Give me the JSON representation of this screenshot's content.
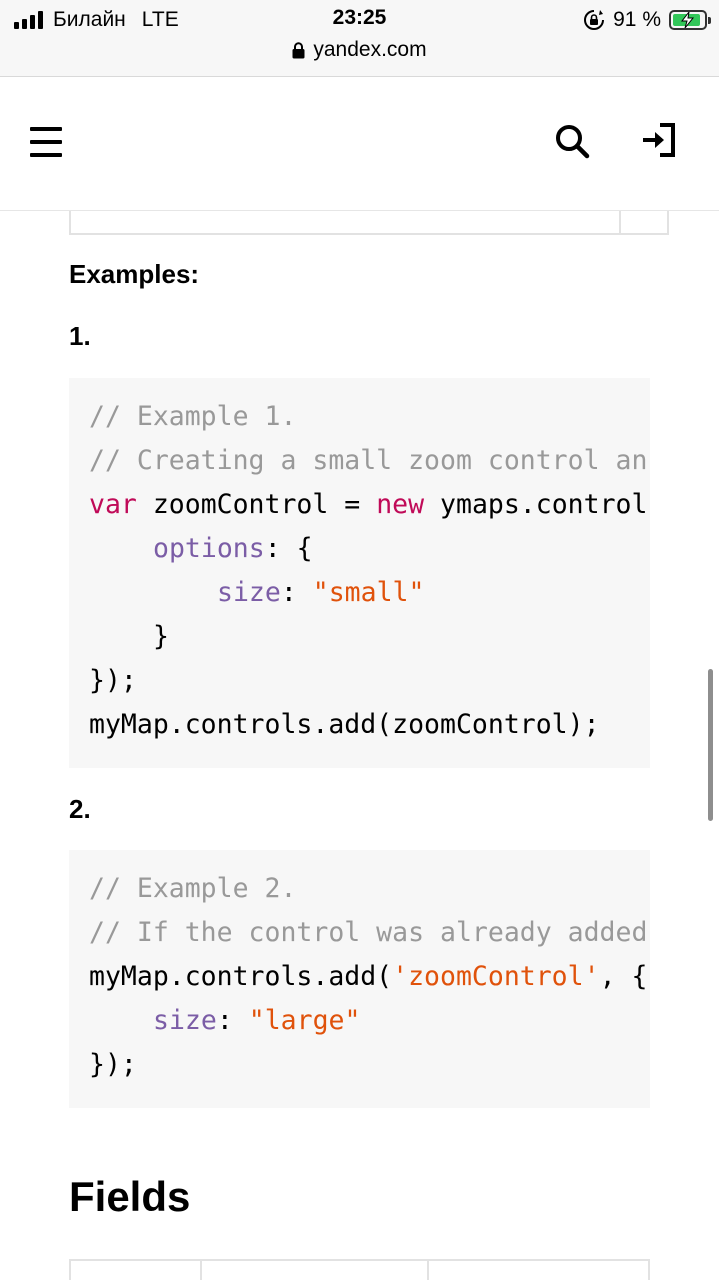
{
  "status_bar": {
    "carrier": "Билайн",
    "network": "LTE",
    "time": "23:25",
    "battery_percent": "91 %",
    "battery_level": 0.91,
    "url": "yandex.com"
  },
  "header": {
    "menu_icon": "hamburger-icon",
    "search_icon": "search-icon",
    "login_icon": "login-icon"
  },
  "content": {
    "examples_label": "Examples:",
    "example1": {
      "number": "1.",
      "lines": {
        "l1": "// Example 1.",
        "l2": "// Creating a small zoom control an",
        "l3_kw1": "var",
        "l3_mid": " zoomControl = ",
        "l3_kw2": "new",
        "l3_end": " ymaps.control",
        "l4_prop": "options",
        "l4_end": ": {",
        "l5_prop": "size",
        "l5_mid": ": ",
        "l5_str": "\"small\"",
        "l6": "}",
        "l7": "});",
        "l8": "myMap.controls.add(zoomControl);"
      }
    },
    "example2": {
      "number": "2.",
      "lines": {
        "l1": "// Example 2.",
        "l2": "// If the control was already added",
        "l3_start": "myMap.controls.add(",
        "l3_str": "'zoomControl'",
        "l3_end": ", {",
        "l4_prop": "size",
        "l4_mid": ": ",
        "l4_str": "\"large\"",
        "l5": "});"
      }
    },
    "fields_heading": "Fields"
  },
  "colors": {
    "comment": "#999999",
    "keyword": "#c00a58",
    "property": "#7b5da6",
    "string": "#e0520b",
    "code_bg": "#f7f7f7"
  }
}
